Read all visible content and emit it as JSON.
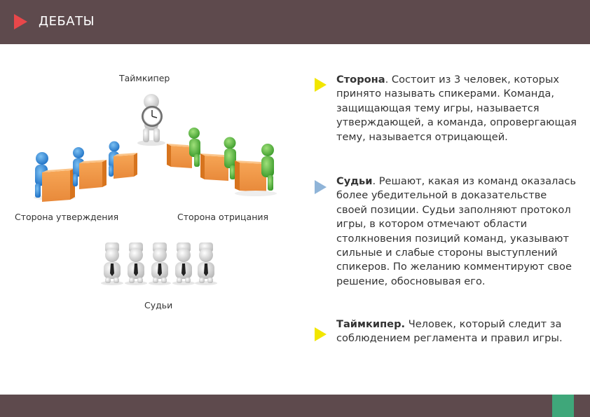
{
  "header": {
    "title": "ДЕБАТЫ"
  },
  "diagram": {
    "timekeeper_label": "Таймкипер",
    "affirmative_label": "Сторона утверждения",
    "negative_label": "Сторона отрицания",
    "judges_label": "Судьи"
  },
  "colors": {
    "header_bg": "#5e4a4d",
    "header_arrow": "#e8474a",
    "footer_accent": "#3fa77a",
    "bullet_yellow": "#f2e600",
    "bullet_blue": "#8fb4d8"
  },
  "descriptions": [
    {
      "term": "Сторона",
      "separator": ". ",
      "text": "Состоит из 3 человек, которых принято называть спикерами. Команда, защищающая тему игры, называется утверждающей, а команда, опровергающая тему, называется отрицающей."
    },
    {
      "term": "Судьи",
      "separator": ". ",
      "text": "Решают, какая из команд оказалась более убедительной в доказательстве своей позиции. Судьи заполняют протокол игры, в котором отмечают области столкновения позиций команд, указывают сильные и слабые стороны выступлений спикеров. По желанию комментируют свое решение, обосновывая его."
    },
    {
      "term": "Таймкипер.",
      "separator": " ",
      "text": "Человек, который следит за соблюдением регламента и правил игры."
    }
  ]
}
